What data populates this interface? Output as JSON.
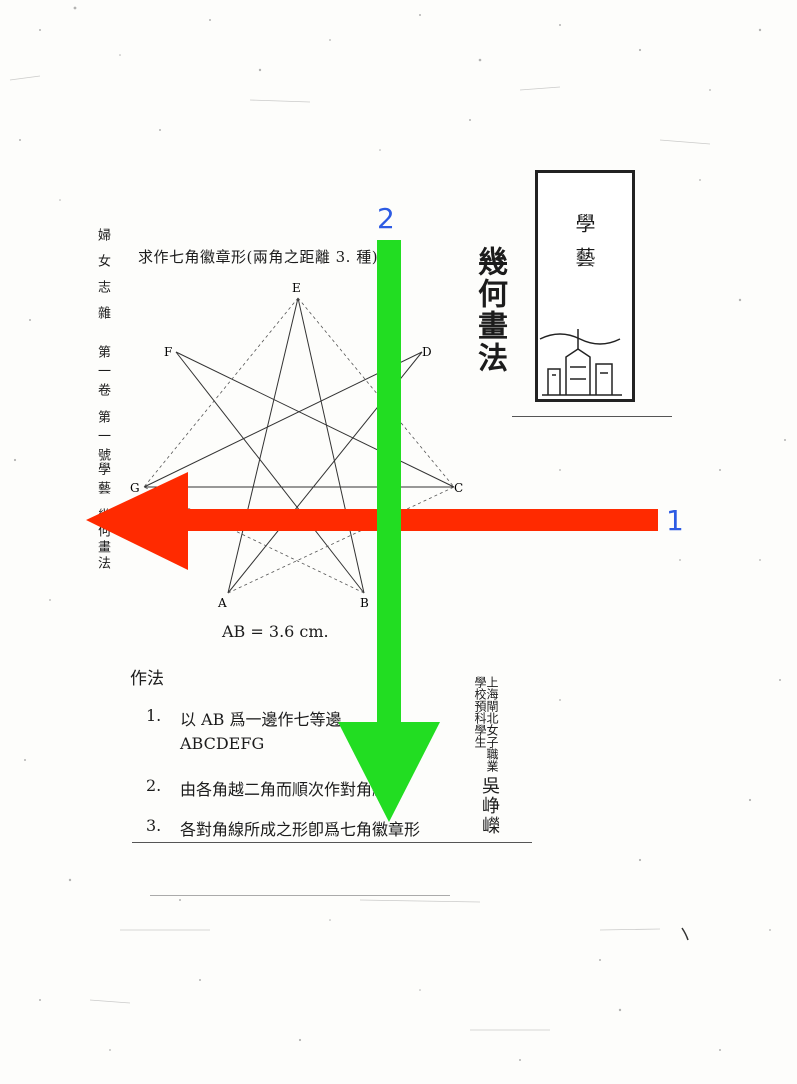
{
  "side_header": {
    "magazine": "婦女志雜",
    "volume": "第一卷",
    "issue": "第一號",
    "column": "學藝",
    "topic": "幾何畫法"
  },
  "stamp_label": "學藝",
  "main_title": "幾何畫法",
  "problem_title": "求作七角徽章形(兩角之距離 3. 種)",
  "diagram_labels": {
    "E": "E",
    "F": "F",
    "D": "D",
    "G": "G",
    "C": "C",
    "A": "A",
    "B": "B"
  },
  "formula": "AB = 3.6 cm.",
  "method_heading": "作法",
  "steps": [
    {
      "num": "1.",
      "line1": "以 AB 爲一邊作七等邊",
      "line2": "ABCDEFG"
    },
    {
      "num": "2.",
      "line1": "由各角越二角而順次作對角線",
      "line2": ""
    },
    {
      "num": "3.",
      "line1": "各對角線所成之形卽爲七角徽章形",
      "line2": ""
    }
  ],
  "author": {
    "school": "上海閘北女子職業學校預科學生",
    "name": "吳峥嶸"
  },
  "annotations": [
    {
      "label": "1",
      "color": "#ff2a00",
      "direction": "left"
    },
    {
      "label": "2",
      "color": "#22dd22",
      "direction": "down"
    }
  ]
}
